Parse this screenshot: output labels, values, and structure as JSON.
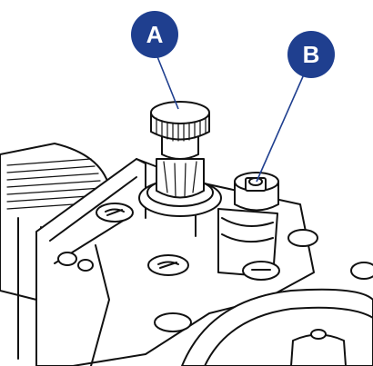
{
  "callouts": {
    "a": {
      "label": "A",
      "color": "#1f3f8f",
      "part": "manual-bleed-knob"
    },
    "b": {
      "label": "B",
      "color": "#1f3f8f",
      "part": "solenoid-plunger-screw"
    }
  }
}
